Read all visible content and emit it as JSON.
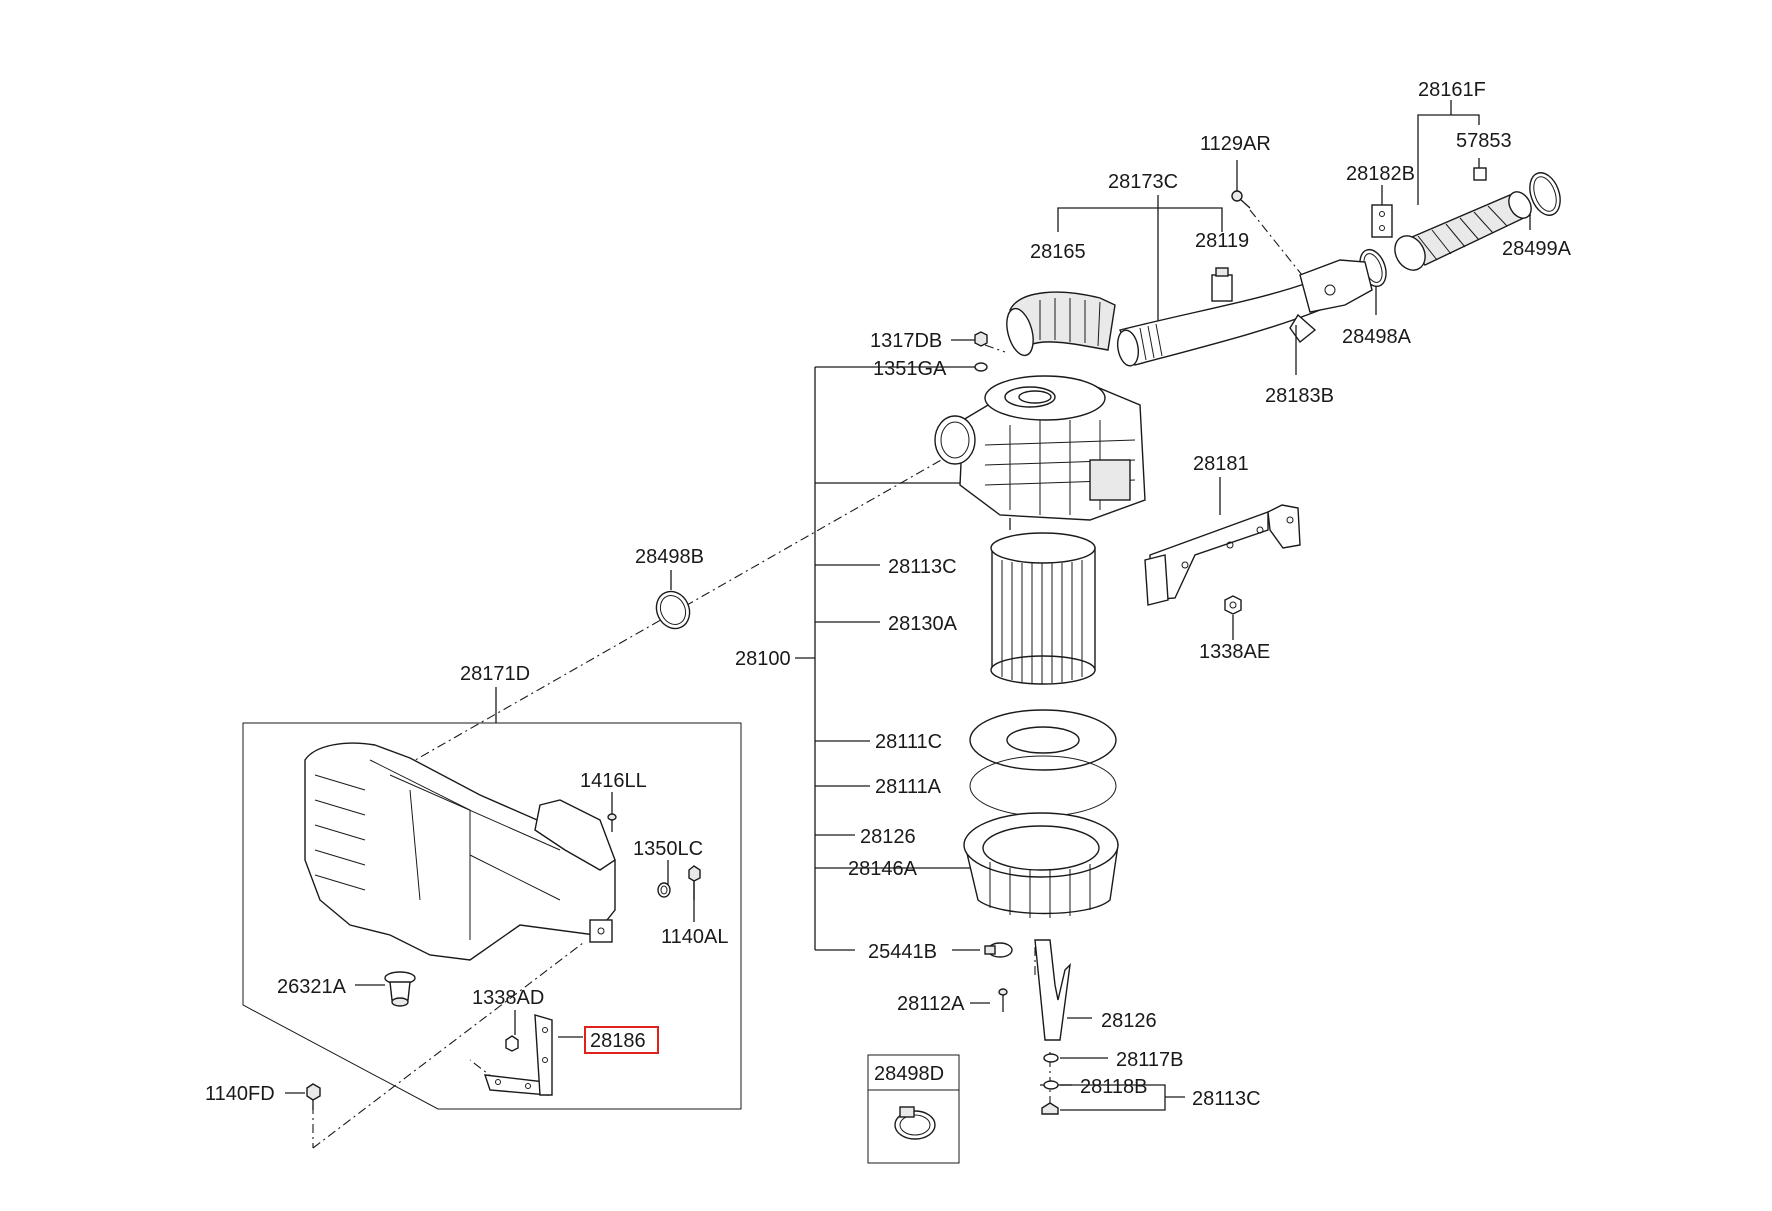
{
  "labels": {
    "p28161F": "28161F",
    "p57853": "57853",
    "p1129AR": "1129AR",
    "p28182B": "28182B",
    "p28173C": "28173C",
    "p28499A": "28499A",
    "p28165": "28165",
    "p28119": "28119",
    "p28498A": "28498A",
    "p1317DB": "1317DB",
    "p1351GA": "1351GA",
    "p28183B": "28183B",
    "p28181": "28181",
    "p28498B": "28498B",
    "p28113C_top": "28113C",
    "p28130A": "28130A",
    "p1338AE": "1338AE",
    "p28100": "28100",
    "p28171D": "28171D",
    "p28111C": "28111C",
    "p1416LL": "1416LL",
    "p28111A": "28111A",
    "p1350LC": "1350LC",
    "p28126_top": "28126",
    "p28146A": "28146A",
    "p1140AL": "1140AL",
    "p25441B": "25441B",
    "p26321A": "26321A",
    "p28112A": "28112A",
    "p28126_bot": "28126",
    "p1338AD": "1338AD",
    "p28186": "28186",
    "p28117B": "28117B",
    "p28498D": "28498D",
    "p28118B": "28118B",
    "p28113C_bot": "28113C",
    "p1140FD": "1140FD"
  },
  "highlighted_part": "28186",
  "colors": {
    "line": "#1a1a1a",
    "highlight": "#e0201b",
    "background": "#ffffff"
  }
}
